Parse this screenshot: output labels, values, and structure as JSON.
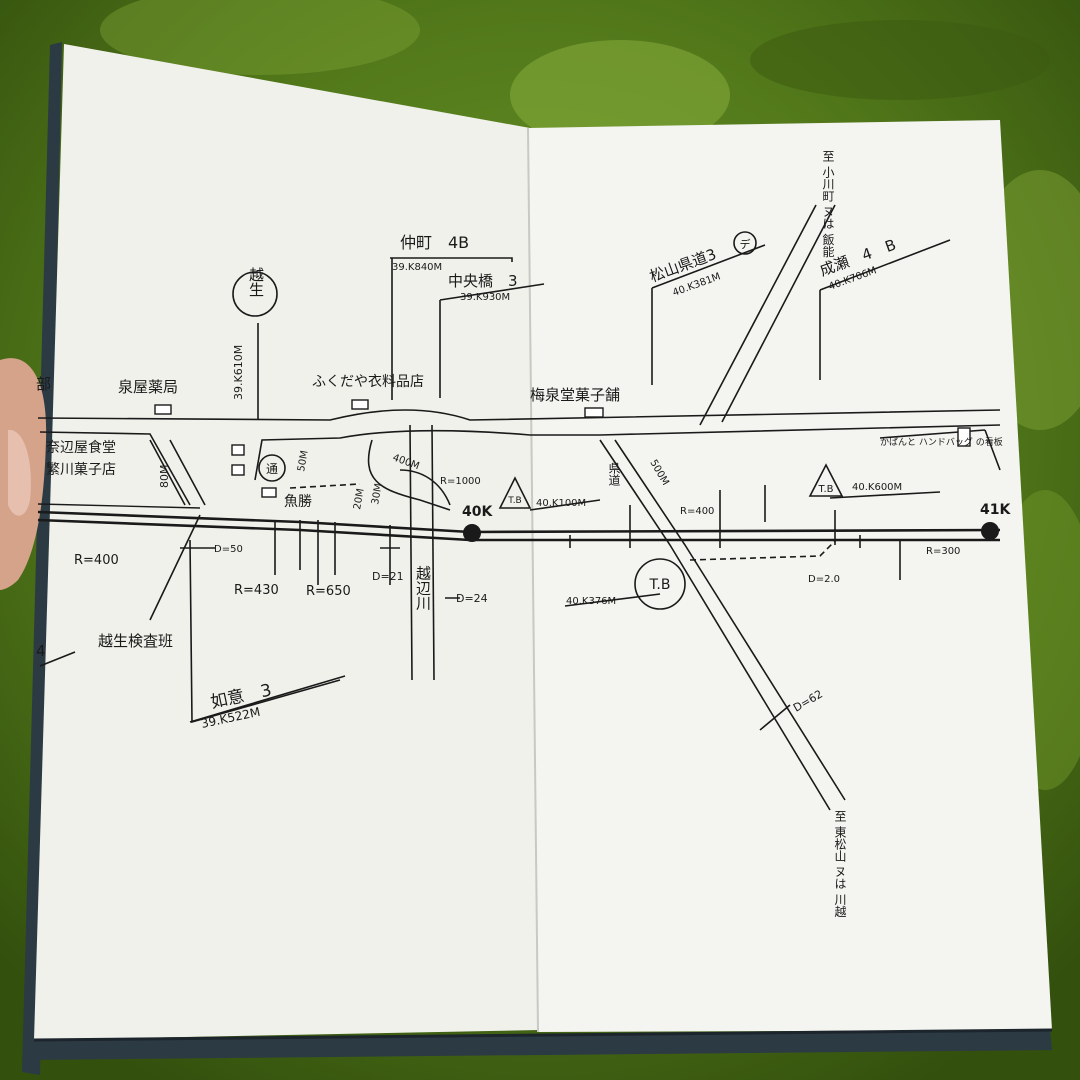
{
  "colors": {
    "velvet": "#4f7519",
    "velvet_dark": "#2f4a0c",
    "velvet_light": "#7da034",
    "paper": "#f3f3ef",
    "ink": "#1a1a1a",
    "cover": "#2c3a44",
    "skin": "#d8a890"
  },
  "map": {
    "left_page": {
      "station_koze": "越生",
      "koze_km": "39.K610M",
      "nakamachi": "仲町　4B",
      "nakamachi_km": "39.K840M",
      "chuohashi": "中央橋　3",
      "chuohashi_km": "39.K930M",
      "izumiya": "泉屋薬局",
      "fukudaya": "ふくだや衣料品店",
      "nabe": "奈辺屋食堂",
      "shigekawa": "繁川菓子店",
      "uokatsu": "魚勝",
      "tsu": "通",
      "dist_80": "80M",
      "dist_50": "50M",
      "dist_30": "30M",
      "dist_20": "20M",
      "dist_400": "400M",
      "r1000": "R=1000",
      "r400": "R=400",
      "r430": "R=430",
      "r650": "R=650",
      "d50": "D=50",
      "d21": "D=21",
      "d24": "D=24",
      "km40": "40K",
      "kensa": "越生検査班",
      "nyoran": "如意　3",
      "nyoran_km": "39.K522M",
      "kozegawa": "越辺川",
      "edge_4": "4",
      "edge_char": "部"
    },
    "right_page": {
      "umeizumi": "梅泉堂菓子舗",
      "matsuyama_road": "松山県道3",
      "de": "デ",
      "matsuyama_km": "40.K381M",
      "naruse": "成瀬　4　B",
      "naruse_km": "40.K706M",
      "to_ogawa": "至 小川町 ヌは 飯能",
      "bag_sign": "かばんと ハンドバッグ の看板",
      "tb1": "T.B",
      "tb1_km": "40.K100M",
      "tb2": "T.B",
      "tb2_km": "40.K600M",
      "tb3": "T.B",
      "tb3_km": "40.K376M",
      "kendo": "県道",
      "dist_500": "500M",
      "r400": "R=400",
      "r300": "R=300",
      "d20": "D=2.0",
      "d62": "D=62",
      "km41": "41K",
      "to_higashi": "至 東松山 ヌは 川越"
    }
  }
}
